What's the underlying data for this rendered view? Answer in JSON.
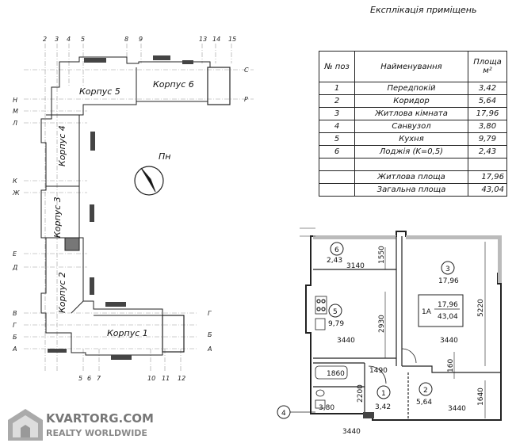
{
  "explication": {
    "title": "Експлікація приміщень",
    "headers": {
      "num": "№ поз",
      "name": "Найменування",
      "area": "Площа м²"
    },
    "rows": [
      {
        "num": "1",
        "name": "Передпокій",
        "area": "3,42"
      },
      {
        "num": "2",
        "name": "Коридор",
        "area": "5,64"
      },
      {
        "num": "3",
        "name": "Житлова кімната",
        "area": "17,96"
      },
      {
        "num": "4",
        "name": "Санвузол",
        "area": "3,80"
      },
      {
        "num": "5",
        "name": "Кухня",
        "area": "9,79"
      },
      {
        "num": "6",
        "name": "Лоджія (K=0,5)",
        "area": "2,43"
      }
    ],
    "living_label": "Житлова площа",
    "living_value": "17,96",
    "total_label": "Загальна площа",
    "total_value": "43,04"
  },
  "site_plan": {
    "buildings": [
      "Корпус 5",
      "Корпус 6",
      "Корпус 4",
      "Корпус 3",
      "Корпус 2",
      "Корпус 1"
    ],
    "north_label": "Пн",
    "axes_top": [
      "2",
      "3",
      "4",
      "5",
      "8",
      "9",
      "13",
      "14",
      "15"
    ],
    "axes_bottom": [
      "5",
      "6",
      "7",
      "10",
      "11",
      "12"
    ],
    "axes_left": [
      "Н",
      "М",
      "Л",
      "К",
      "Ж",
      "Е",
      "Д",
      "В",
      "Г",
      "Б",
      "А"
    ],
    "axes_right": [
      "С",
      "Р",
      "Г",
      "Б",
      "А"
    ]
  },
  "apartment": {
    "rooms": [
      {
        "num": "6",
        "area": "2,43"
      },
      {
        "num": "3",
        "area": "17,96"
      },
      {
        "num": "5",
        "area": "9,79"
      },
      {
        "num": "1",
        "area": "3,42"
      },
      {
        "num": "2",
        "area": "5,64"
      }
    ],
    "type_label": "1A",
    "living": "17,96",
    "total": "43,04",
    "bath_area": "3,80",
    "callout": "4",
    "dims": [
      "3140",
      "1550",
      "3440",
      "2930",
      "3440",
      "5220",
      "1860",
      "1490",
      "160",
      "2200",
      "3440",
      "1640",
      "3440"
    ]
  },
  "watermark": {
    "line1": "KVARTORG.COM",
    "line2": "REALTY WORLDWIDE"
  }
}
